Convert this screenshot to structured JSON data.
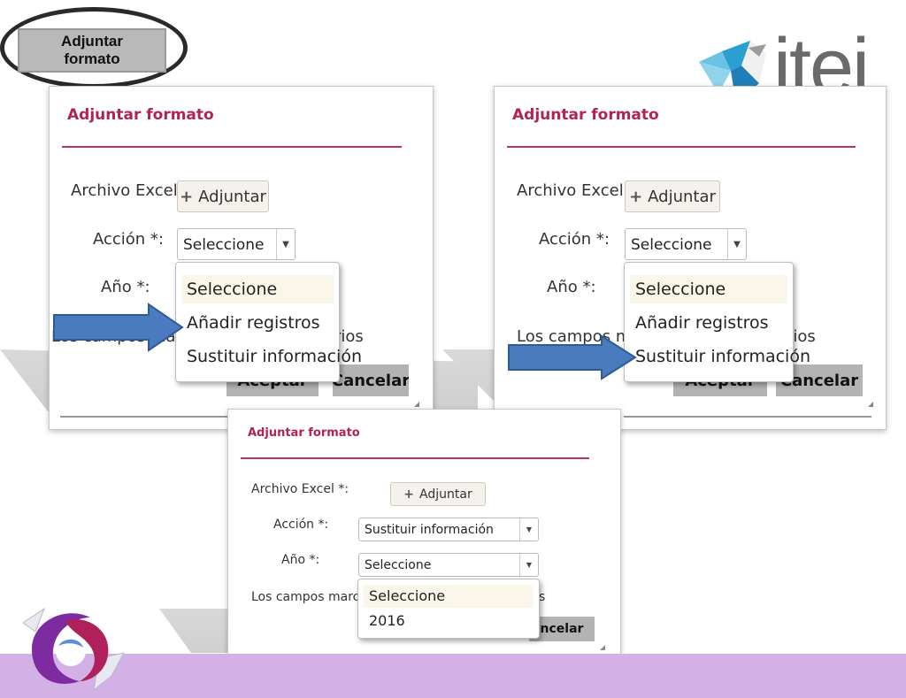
{
  "top_button": {
    "label": "Adjuntar\nformato"
  },
  "logo": {
    "text": "itei"
  },
  "dialog": {
    "title": "Adjuntar formato",
    "archivo_label": "Archivo Excel *:",
    "adjuntar_label": "Adjuntar",
    "accion_label": "Acción *:",
    "anio_label": "Año *:",
    "required_note_start": "Los campos marc",
    "required_note_end": "rios",
    "required_note_end_short": "s",
    "aceptar_label": "Aceptar",
    "cancelar_label": "Cancelar",
    "cancelar_partial": "ncelar"
  },
  "panel_left": {
    "accion_value": "Seleccione",
    "options": [
      "Seleccione",
      "Añadir registros",
      "Sustituir información"
    ]
  },
  "panel_right": {
    "accion_value": "Seleccione",
    "options": [
      "Seleccione",
      "Añadir registros",
      "Sustituir información"
    ]
  },
  "panel_bottom": {
    "accion_value": "Sustituir información",
    "anio_value": "Seleccione",
    "options": [
      "Seleccione",
      "2016"
    ]
  },
  "colors": {
    "title": "#b02450",
    "rule": "#b4336a",
    "arrow": "#4a7bbf",
    "footer": "#d3b1e6"
  }
}
